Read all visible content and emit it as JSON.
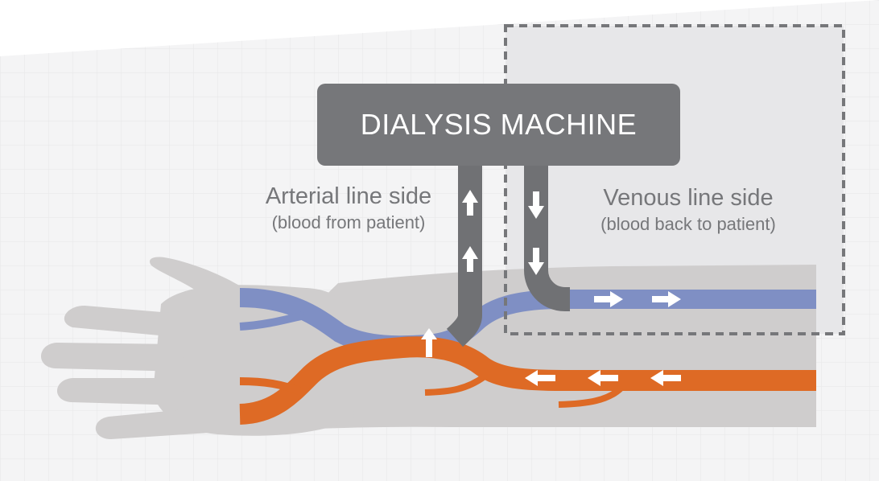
{
  "machine": {
    "label": "DIALYSIS MACHINE"
  },
  "arterial": {
    "title": "Arterial line side",
    "subtitle": "(blood from patient)"
  },
  "venous": {
    "title": "Venous line side",
    "subtitle": "(blood back to patient)"
  },
  "colors": {
    "machine": "#76777a",
    "tubing": "#707174",
    "vein": "#7f8fc4",
    "artery": "#de6a25",
    "skin": "#cfcdcd",
    "text": "#76777a"
  },
  "icons": {
    "flow_arrow": "arrow-icon",
    "dashed_box": "dashed-region-outline"
  }
}
